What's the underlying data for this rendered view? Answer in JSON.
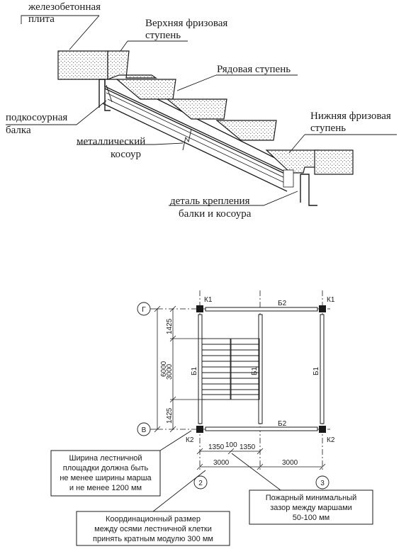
{
  "stair_section": {
    "labels": {
      "slab_line1": "железобетонная",
      "slab_line2": "плита",
      "top_step_line1": "Верхняя фризовая",
      "top_step_line2": "ступень",
      "ordinary_step": "Рядовая ступень",
      "bottom_step_line1": "Нижняя фризовая",
      "bottom_step_line2": "ступень",
      "beam_line1": "подкосоурная",
      "beam_line2": "балка",
      "stringer_line1": "металлический",
      "stringer_line2": "косоур",
      "detail_line1": "деталь крепления",
      "detail_line2": "балки и косоура"
    }
  },
  "plan": {
    "axes": {
      "row_top": "Г",
      "row_bottom": "В",
      "col_left": "2",
      "col_right": "3"
    },
    "columns": {
      "k1_left": "К1",
      "k1_right": "К1",
      "k2_left": "К2",
      "k2_right": "К2"
    },
    "beams": {
      "b2_top": "Б2",
      "b2_bottom": "Б2",
      "b1_left": "Б1",
      "b1_mid": "Б1",
      "b1_right": "Б1"
    },
    "dims": {
      "left_total": "6000",
      "left_top": "1425",
      "left_mid": "3000",
      "left_bottom": "1425",
      "flight_left": "1350",
      "gap": "100",
      "flight_right": "1350",
      "axis_left": "3000",
      "axis_right": "3000"
    },
    "notes": {
      "landing_line1": "Ширина лестничной",
      "landing_line2": "площадки должна быть",
      "landing_line3": "не менее ширины марша",
      "landing_line4": "и не менее 1200 мм",
      "gap_line1": "Пожарный минимальный",
      "gap_line2": "зазор между маршами",
      "gap_line3": "50-100 мм",
      "coord_line1": "Координационный размер",
      "coord_line2": "между осями лестничной клетки",
      "coord_line3": "принять кратным модулю 300 мм"
    }
  }
}
